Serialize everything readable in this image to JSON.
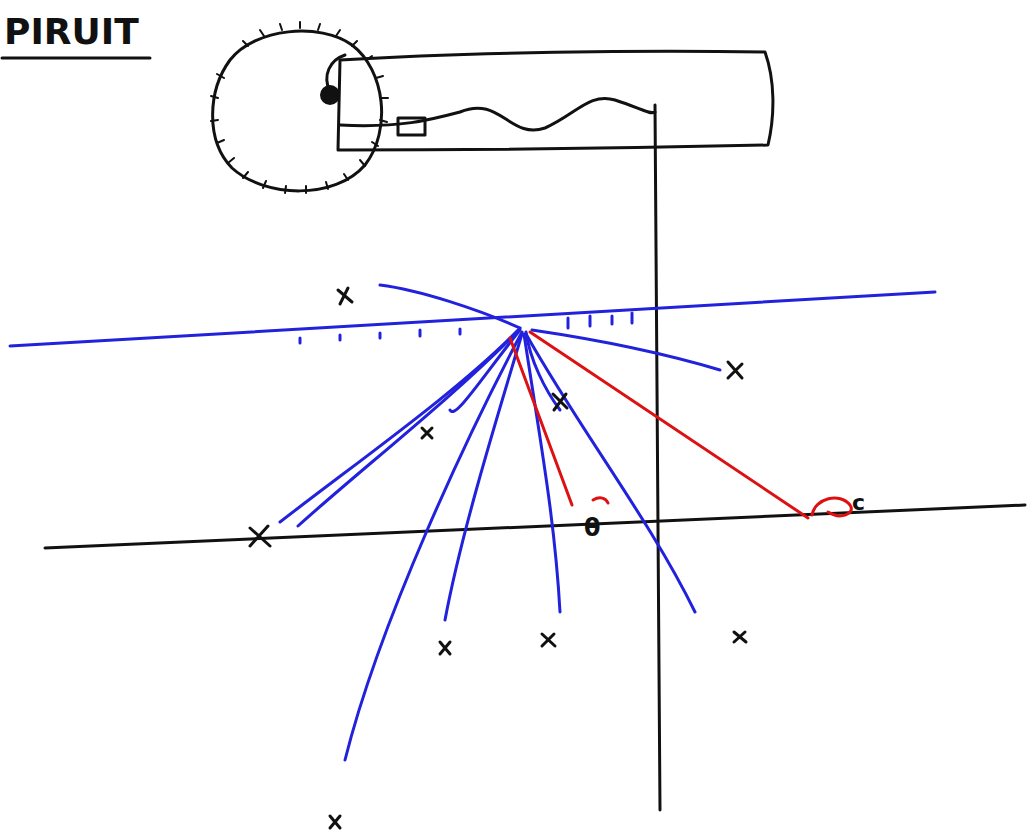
{
  "diagram": {
    "labels": [
      "PIRUIT",
      "θ",
      "c"
    ]
  }
}
